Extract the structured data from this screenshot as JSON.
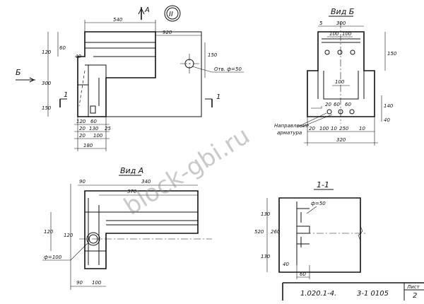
{
  "sheet_number_label": "II",
  "view_labels": {
    "view_a_arrow": "А",
    "view_b_arrow": "Б",
    "view_b": "Вид Б",
    "view_a": "Вид А",
    "section_1_1": "1-1",
    "section_mark": "1"
  },
  "notes": {
    "hole": "Отв. ф=50",
    "hole_a": "ф=100",
    "rebar": [
      "Направление",
      "арматура"
    ],
    "hole_section": "ф=50"
  },
  "dims_main": [
    "540",
    "920",
    "150",
    "120",
    "60",
    "40",
    "300",
    "150",
    "120",
    "60",
    "20",
    "130",
    "25",
    "20",
    "100",
    "180"
  ],
  "dims_view_b": [
    "300",
    "100",
    "100",
    "5",
    "150",
    "100",
    "20",
    "60",
    "60",
    "140",
    "40",
    "20",
    "100",
    "10",
    "250",
    "10",
    "320"
  ],
  "dims_view_a": [
    "90",
    "340",
    "370",
    "120",
    "120",
    "90",
    "100"
  ],
  "dims_section": [
    "130",
    "520",
    "260",
    "130",
    "60",
    "40"
  ],
  "title_block": {
    "doc_code": "1.020.1-4.",
    "sheet_code": "3-1 0105",
    "sheet_label": "Лист",
    "sheet_no": "2"
  },
  "watermark": "block-gbi.ru"
}
